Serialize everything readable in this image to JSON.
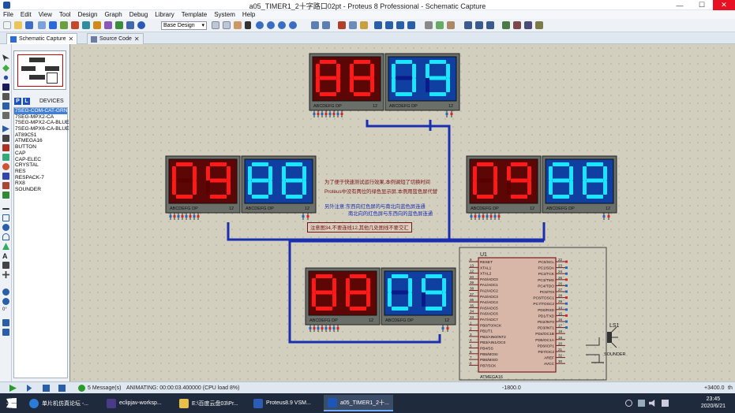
{
  "window": {
    "title": "a05_TIMER1_2十字路口02pt - Proteus 8 Professional - Schematic Capture"
  },
  "menu": [
    "File",
    "Edit",
    "View",
    "Tool",
    "Design",
    "Graph",
    "Debug",
    "Library",
    "Template",
    "System",
    "Help"
  ],
  "toolbar": {
    "design_combo": "Base Design"
  },
  "tabs": [
    {
      "label": "Schematic Capture"
    },
    {
      "label": "Source Code"
    }
  ],
  "left_panel": {
    "p_label": "P",
    "l_label": "L",
    "devices_title": "DEVICES",
    "devices": [
      "7SEG-COM-CAT-GRN",
      "7SEG-MPX2-CA",
      "7SEG-MPX2-CA-BLUE",
      "7SEG-MPX6-CA-BLUE",
      "AT89C51",
      "ATMEGA16",
      "BUTTON",
      "CAP",
      "CAP-ELEC",
      "CRYSTAL",
      "RES",
      "RESPACK-7",
      "RX8",
      "SOUNDER"
    ],
    "rotation": "0°"
  },
  "displays": {
    "north": {
      "red": "88",
      "blue": "09",
      "seg_label": "ABCDEFG  DP",
      "dig_label": "12"
    },
    "west": {
      "red": "09",
      "blue": "88",
      "seg_label": "ABCDEFG  DP",
      "dig_label": "12"
    },
    "east": {
      "red": "09",
      "blue": "88",
      "seg_label": "ABCDEFG  DP",
      "dig_label": "12"
    },
    "south": {
      "red": "88",
      "blue": "09",
      "seg_label": "ABCDEFG  DP",
      "dig_label": "12"
    }
  },
  "notes": [
    "为了便于快速测试运行效果,本例调短了切换时间",
    "Proteus中没有两位的绿色显示屏,本例用蓝色屏代替",
    "另外注意:东西向红色屏的与南北向蓝色屏连通",
    "南北向的红色屏与东西向的蓝色屏连通",
    "注意图34,不要连线12,其他几处图线不要交汇"
  ],
  "mcu": {
    "ref": "U1",
    "part": "ATMEGA16",
    "left_pins": [
      {
        "num": "9",
        "name": "RESET"
      },
      {
        "num": "13",
        "name": "XTAL1"
      },
      {
        "num": "12",
        "name": "XTAL2"
      },
      {
        "num": "40",
        "name": "PA0/ADC0"
      },
      {
        "num": "39",
        "name": "PA1/ADC1"
      },
      {
        "num": "38",
        "name": "PA2/ADC2"
      },
      {
        "num": "37",
        "name": "PA3/ADC3"
      },
      {
        "num": "36",
        "name": "PA4/ADC4"
      },
      {
        "num": "35",
        "name": "PA5/ADC5"
      },
      {
        "num": "34",
        "name": "PA6/ADC6"
      },
      {
        "num": "33",
        "name": "PA7/ADC7"
      },
      {
        "num": "1",
        "name": "PB0/T0/XCK"
      },
      {
        "num": "2",
        "name": "PB1/T1"
      },
      {
        "num": "3",
        "name": "PB2/AIN0/INT2"
      },
      {
        "num": "4",
        "name": "PB3/AIN1/OC0"
      },
      {
        "num": "5",
        "name": "PB4/SS"
      },
      {
        "num": "6",
        "name": "PB5/MOSI"
      },
      {
        "num": "7",
        "name": "PB6/MISO"
      },
      {
        "num": "8",
        "name": "PB7/SCK"
      }
    ],
    "right_pins": [
      {
        "num": "22",
        "name": "PC0/SCL"
      },
      {
        "num": "23",
        "name": "PC1/SDA"
      },
      {
        "num": "24",
        "name": "PC2/TCK"
      },
      {
        "num": "25",
        "name": "PC3/TMS"
      },
      {
        "num": "26",
        "name": "PC4/TDO"
      },
      {
        "num": "27",
        "name": "PC5/TDI"
      },
      {
        "num": "28",
        "name": "PC6/TOSC1"
      },
      {
        "num": "29",
        "name": "PC7/TOSC2"
      },
      {
        "num": "14",
        "name": "PD0/RXD"
      },
      {
        "num": "15",
        "name": "PD1/TXD"
      },
      {
        "num": "16",
        "name": "PD2/INT0"
      },
      {
        "num": "17",
        "name": "PD3/INT1"
      },
      {
        "num": "18",
        "name": "PD4/OC1B"
      },
      {
        "num": "19",
        "name": "PD5/OC1A"
      },
      {
        "num": "20",
        "name": "PD6/ICP1"
      },
      {
        "num": "21",
        "name": "PD7/OC2"
      },
      {
        "num": "32",
        "name": "AREF"
      },
      {
        "num": "30",
        "name": "AVCC"
      }
    ]
  },
  "sounder": {
    "ref": "LS1",
    "label": "SOUNDER"
  },
  "status": {
    "messages": "5 Message(s)",
    "animating": "ANIMATING: 00:00:03.400000 (CPU load 8%)",
    "coord_x": "-1800.0",
    "coord_y": "+3400.0",
    "unit": "th"
  },
  "taskbar": {
    "items": [
      "单片机仿真论坛 -...",
      "eclipjav-worksp...",
      "E:\\百度云盘03\\Pr...",
      "Proteus8.9 VSM...",
      "a05_TIMER1_2十..."
    ],
    "time": "23:45",
    "date": "2020/6/21"
  },
  "colors": {
    "red_on": "#ff1a1a",
    "red_off": "#5a0000",
    "blue_on": "#19e6ff",
    "blue_off": "#0a1a8a",
    "red_bg": "#5c0606",
    "blue_bg": "#0f3fa0",
    "wire": "#1a2fb0"
  }
}
